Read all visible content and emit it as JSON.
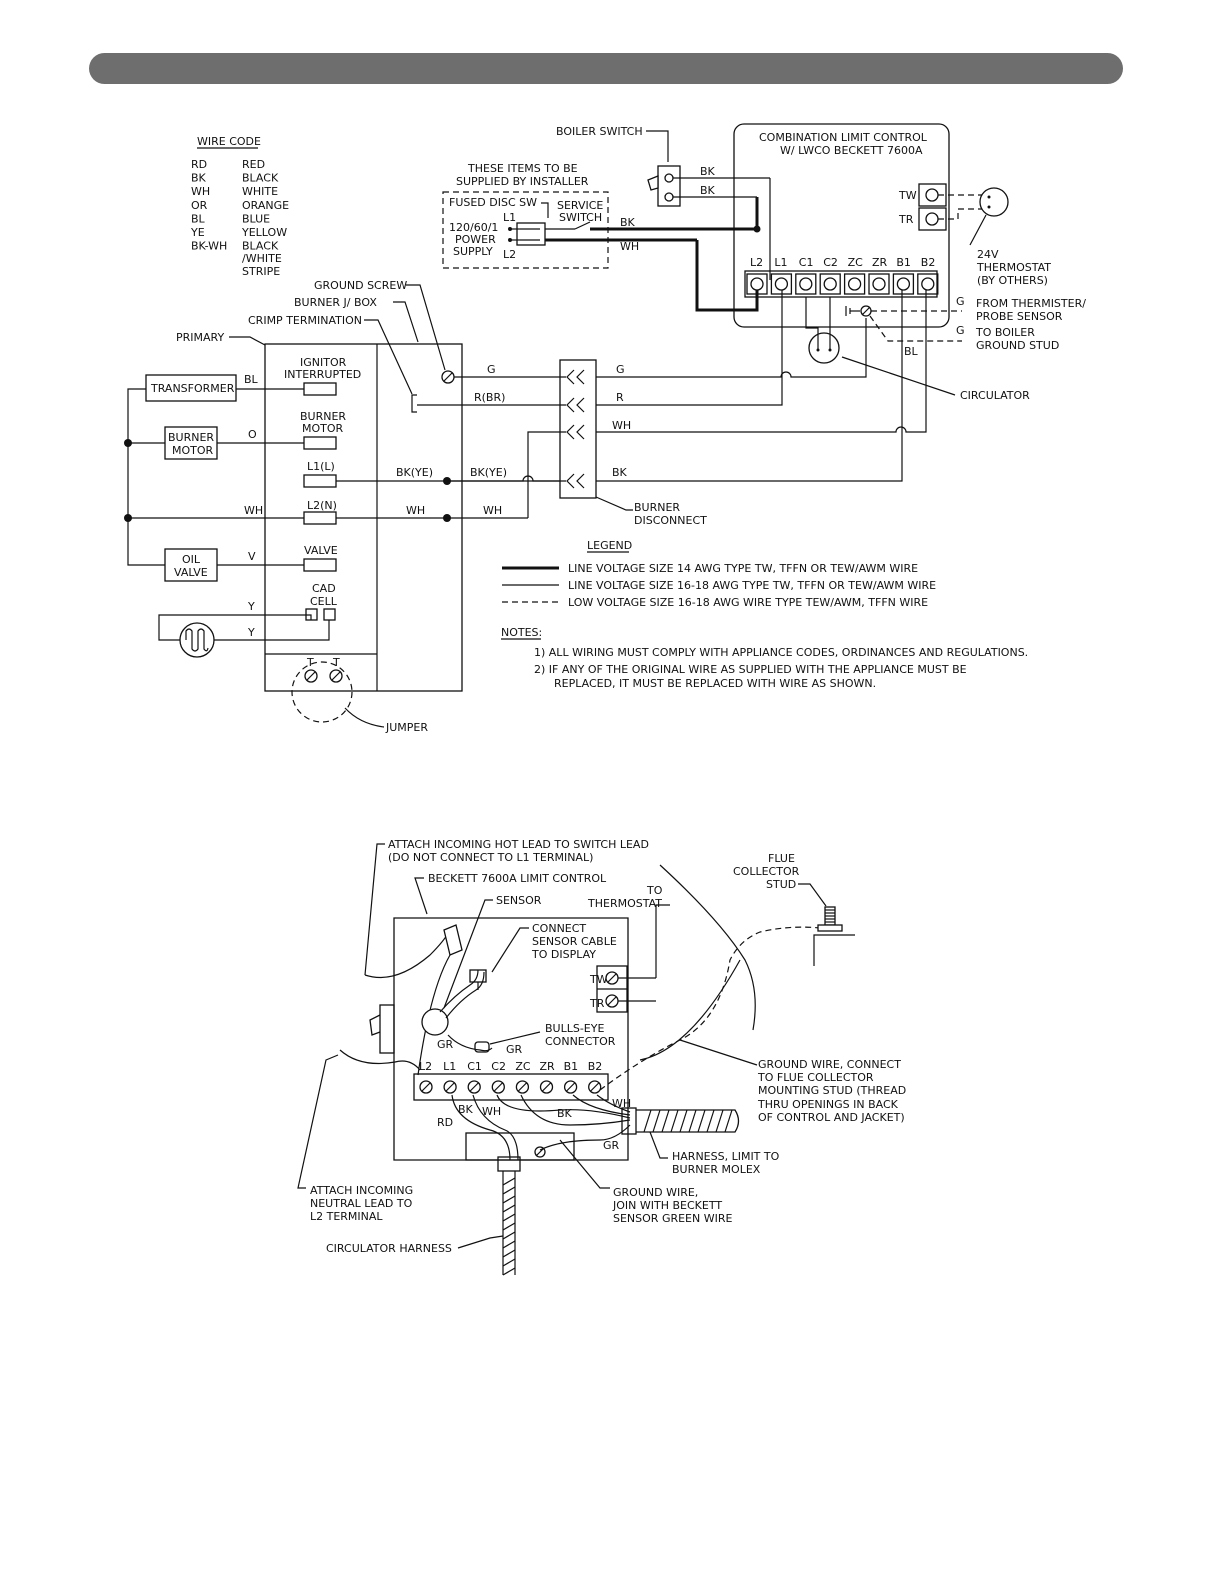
{
  "wire_code": {
    "title": "WIRE CODE",
    "entries": [
      {
        "code": "RD",
        "name": "RED"
      },
      {
        "code": "BK",
        "name": "BLACK"
      },
      {
        "code": "WH",
        "name": "WHITE"
      },
      {
        "code": "OR",
        "name": "ORANGE"
      },
      {
        "code": "BL",
        "name": "BLUE"
      },
      {
        "code": "YE",
        "name": "YELLOW"
      },
      {
        "code": "BK-WH",
        "name": "BLACK"
      }
    ],
    "extra_1": "/WHITE",
    "extra_2": "STRIPE"
  },
  "diagram1": {
    "boiler_switch": "BOILER SWITCH",
    "installer_1": "THESE ITEMS TO BE",
    "installer_2": "SUPPLIED BY INSTALLER",
    "fused_disc": "FUSED DISC SW",
    "service_1": "SERVICE",
    "service_2": "SWITCH",
    "power_1": "120/60/1",
    "power_2": "POWER",
    "power_3": "SUPPLY",
    "l1": "L1",
    "l2": "L2",
    "bk": "BK",
    "wh": "WH",
    "control_1": "COMBINATION LIMIT CONTROL",
    "control_2": "W/ LWCO BECKETT 7600A",
    "tw": "TW",
    "tr": "TR",
    "terminals": [
      "L2",
      "L1",
      "C1",
      "C2",
      "ZC",
      "ZR",
      "B1",
      "B2"
    ],
    "thermostat_1": "24V",
    "thermostat_2": "THERMOSTAT",
    "thermostat_3": "(BY OTHERS)",
    "g": "G",
    "thermister_1": "FROM THERMISTER/",
    "thermister_2": "PROBE SENSOR",
    "boiler_ground_1": "TO BOILER",
    "boiler_ground_2": "GROUND STUD",
    "bl": "BL",
    "circulator": "CIRCULATOR",
    "ground_screw": "GROUND SCREW",
    "burner_jbox": "BURNER J/ BOX",
    "crimp": "CRIMP TERMINATION",
    "primary": "PRIMARY",
    "ignitor_1": "IGNITOR",
    "ignitor_2": "INTERRUPTED",
    "transformer": "TRANSFORMER",
    "burner_1": "BURNER",
    "motor": "MOTOR",
    "o": "O",
    "l1l": "L1(L)",
    "l2n": "L2(N)",
    "bkye": "BK(YE)",
    "valve": "VALVE",
    "oil": "OIL",
    "v": "V",
    "cad": "CAD",
    "cell": "CELL",
    "y": "Y",
    "t": "T",
    "jumper": "JUMPER",
    "r": "R",
    "rbr": "R(BR)",
    "burner_disc_1": "BURNER",
    "burner_disc_2": "DISCONNECT"
  },
  "legend": {
    "title": "LEGEND",
    "items": [
      "LINE VOLTAGE SIZE 14 AWG TYPE TW, TFFN OR TEW/AWM WIRE",
      "LINE VOLTAGE SIZE 16-18 AWG TYPE TW, TFFN OR TEW/AWM WIRE",
      "LOW VOLTAGE SIZE 16-18 AWG WIRE TYPE TEW/AWM, TFFN WIRE"
    ]
  },
  "notes": {
    "title": "NOTES:",
    "n1": "1) ALL WIRING MUST COMPLY WITH APPLIANCE CODES, ORDINANCES AND REGULATIONS.",
    "n2a": "2) IF ANY OF THE ORIGINAL WIRE AS SUPPLIED WITH THE APPLIANCE MUST BE",
    "n2b": "REPLACED, IT MUST BE REPLACED WITH WIRE AS SHOWN."
  },
  "diagram2": {
    "hot_1": "ATTACH INCOMING HOT LEAD TO SWITCH LEAD",
    "hot_2": "(DO NOT CONNECT TO L1 TERMINAL)",
    "beckett": "BECKETT 7600A LIMIT CONTROL",
    "sensor": "SENSOR",
    "to": "TO",
    "thermostat": "THERMOSTAT",
    "flue_1": "FLUE",
    "flue_2": "COLLECTOR",
    "flue_3": "STUD",
    "connect_1": "CONNECT",
    "connect_2": "SENSOR CABLE",
    "connect_3": "TO DISPLAY",
    "tw": "TW",
    "tr": "TR",
    "bulls_1": "BULLS-EYE",
    "bulls_2": "CONNECTOR",
    "gr": "GR",
    "terminals": [
      "L2",
      "L1",
      "C1",
      "C2",
      "ZC",
      "ZR",
      "B1",
      "B2"
    ],
    "bk": "BK",
    "wh": "WH",
    "rd": "RD",
    "gw_1": "GROUND WIRE, CONNECT",
    "gw_2": "TO FLUE COLLECTOR",
    "gw_3": "MOUNTING STUD (THREAD",
    "gw_4": "THRU OPENINGS IN BACK",
    "gw_5": "OF CONTROL AND JACKET)",
    "harness_1": "HARNESS, LIMIT TO",
    "harness_2": "BURNER MOLEX",
    "gj_1": "GROUND WIRE,",
    "gj_2": "JOIN WITH BECKETT",
    "gj_3": "SENSOR GREEN WIRE",
    "neutral_1": "ATTACH INCOMING",
    "neutral_2": "NEUTRAL LEAD TO",
    "neutral_3": "L2 TERMINAL",
    "circ_harness": "CIRCULATOR HARNESS"
  }
}
